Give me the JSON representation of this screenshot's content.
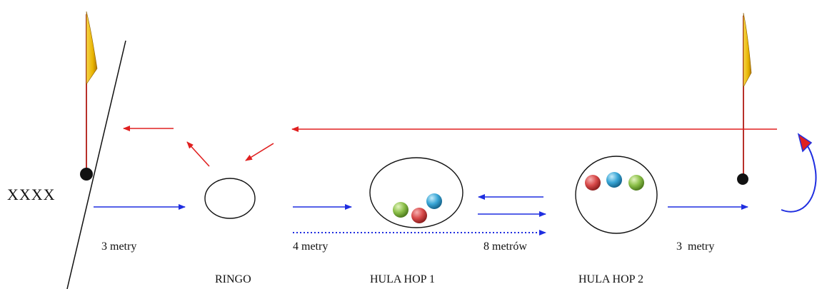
{
  "labels": {
    "start": "XXXX",
    "dist_start_ringo": "3 metry",
    "dist_ringo_hoop1": "4 metry",
    "dist_hoop1_hoop2": "8 metrów",
    "dist_hoop2_end": "3  metry",
    "ringo": "RINGO",
    "hula_hop_1": "HULA HOP 1",
    "hula_hop_2": "HULA HOP 2"
  },
  "colors": {
    "forward_arrow": "#1f2ee0",
    "return_arrow": "#e02020",
    "flag_fabric": "#e8b400",
    "flag_pole": "#b8302a",
    "ball_red": "#d84a4a",
    "ball_green": "#8cc04a",
    "ball_blue": "#39a6d6",
    "outline": "#111111"
  },
  "hoop1_balls": [
    "ball_green",
    "ball_red",
    "ball_blue"
  ],
  "hoop2_balls": [
    "ball_red",
    "ball_blue",
    "ball_green"
  ],
  "icons": {
    "flag": "flag-icon",
    "marker": "marker-dot-icon",
    "turn": "turn-around-arrow-icon"
  }
}
